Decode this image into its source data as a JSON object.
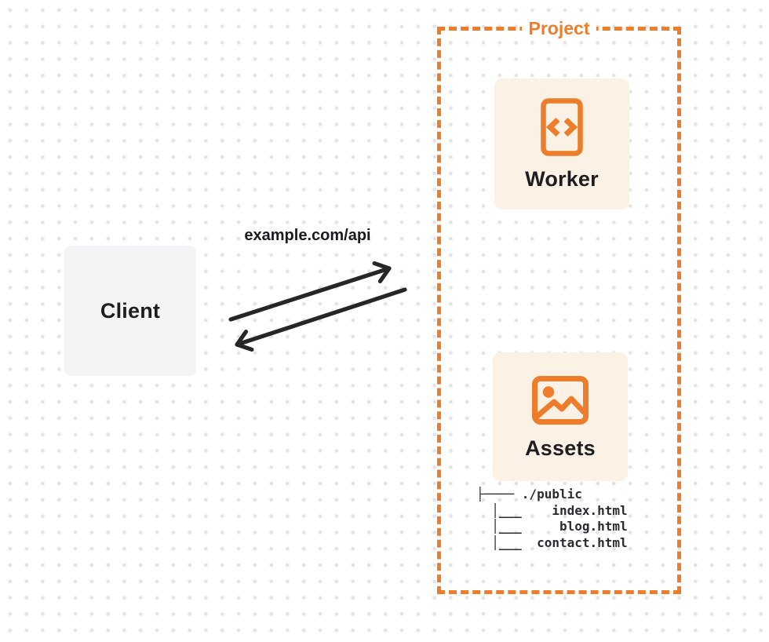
{
  "colors": {
    "accent_orange": "#ED7D2B",
    "card_background": "#FBF1E4",
    "client_background": "#F4F4F6",
    "arrow": "#262626",
    "text_dark": "#1E1E21",
    "dot_grid": "#E4E4E7"
  },
  "client": {
    "label": "Client"
  },
  "request": {
    "label": "example.com/api"
  },
  "project": {
    "label": "Project",
    "nodes": [
      {
        "id": "worker",
        "label": "Worker",
        "icon": "code-document-icon"
      },
      {
        "id": "assets",
        "label": "Assets",
        "icon": "image-icon"
      }
    ],
    "file_tree": {
      "root": "./public",
      "files": [
        "index.html",
        "blog.html",
        "contact.html"
      ],
      "ascii": "├──── ./public\n  │___    index.html\n  │___     blog.html\n  │___  contact.html"
    }
  }
}
